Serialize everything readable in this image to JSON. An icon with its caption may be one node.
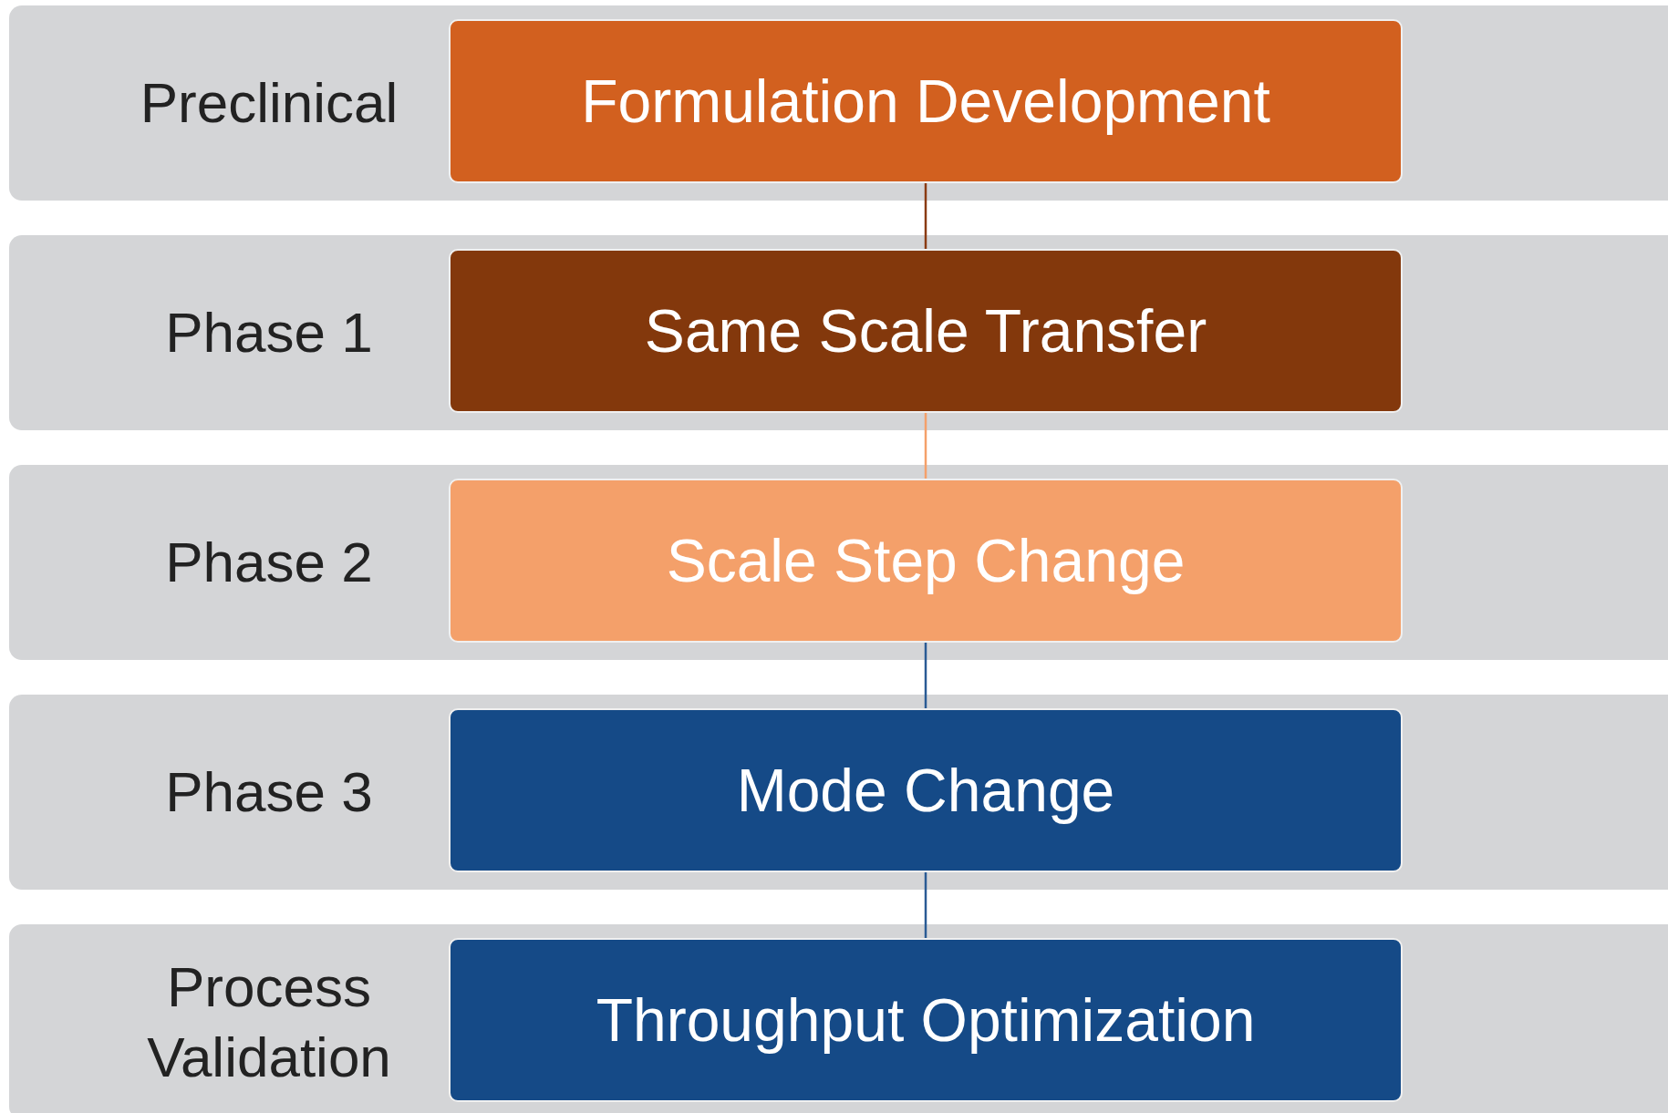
{
  "diagram": {
    "nodes": [
      {
        "text": [
          "Preclinical"
        ]
      },
      {
        "text": [
          "Formulation Development"
        ],
        "in": 0
      },
      {
        "text": [
          "Phase 1"
        ]
      },
      {
        "text": [
          "Same Scale Transfer"
        ],
        "in": 2
      },
      {
        "text": [
          "Phase 2"
        ]
      },
      {
        "text": [
          "Scale Step Change"
        ],
        "in": 4
      },
      {
        "text": [
          "Phase 3"
        ]
      },
      {
        "text": [
          "Mode Change"
        ],
        "in": 6
      },
      {
        "text": [
          "Process Validation"
        ]
      },
      {
        "text": [
          "Throughput Optimization"
        ],
        "in": 8
      }
    ],
    "edges": [
      {
        "from": 1,
        "to": 3,
        "arrow": "none",
        "color": "#8a3b12"
      },
      {
        "from": 3,
        "to": 5,
        "arrow": "none",
        "color": "#f4a06a"
      },
      {
        "from": 5,
        "to": 7,
        "arrow": "none"
      },
      {
        "from": 7,
        "to": 9,
        "arrow": "none"
      }
    ]
  }
}
